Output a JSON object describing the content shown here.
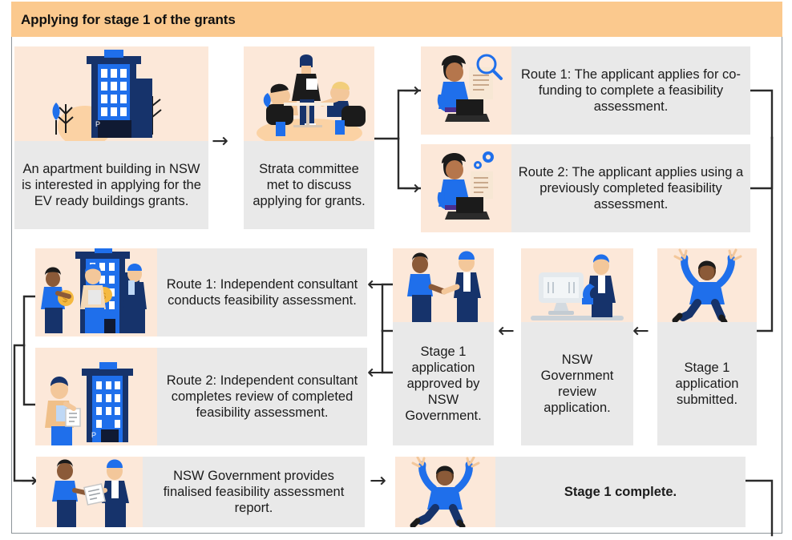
{
  "header": {
    "title": "Applying for stage 1 of the grants",
    "band_color": "#FBC98E"
  },
  "palette": {
    "art_panel": "#FCE8D9",
    "caption_panel": "#E9E9E9",
    "frame_line": "#8D9499",
    "connector": "#2B2B2B",
    "brand_blue": "#1F6FEB",
    "navy": "#16336B",
    "text": "#1B1B1B"
  },
  "flow": {
    "nodes": [
      {
        "id": "n1",
        "data_name": "node-apartment-building-interested",
        "text": "An apartment building in NSW is interested in applying for the EV ready buildings grants.",
        "icon": "apartment-building-illustration"
      },
      {
        "id": "n2",
        "data_name": "node-strata-committee-meeting",
        "text": "Strata committee met to discuss applying for grants.",
        "icon": "meeting-table-illustration"
      },
      {
        "id": "n3",
        "data_name": "node-route-1-applicant-applies",
        "text": "Route 1: The applicant applies for co-funding to complete a feasibility assessment.",
        "icon": "person-laptop-magnifier-illustration"
      },
      {
        "id": "n4",
        "data_name": "node-route-2-applicant-applies",
        "text": "Route 2: The applicant applies using a previously completed feasibility assessment.",
        "icon": "person-laptop-gears-illustration"
      },
      {
        "id": "n5",
        "data_name": "node-stage-1-application-submitted",
        "text": "Stage 1 application submitted.",
        "icon": "person-jumping-illustration"
      },
      {
        "id": "n6",
        "data_name": "node-nsw-government-review",
        "text": "NSW Government review application.",
        "icon": "person-at-computer-illustration"
      },
      {
        "id": "n7",
        "data_name": "node-stage-1-application-approved",
        "text": "Stage 1 application approved by NSW Government.",
        "icon": "handshake-illustration"
      },
      {
        "id": "n8",
        "data_name": "node-route-1-consultant-conducts",
        "text": "Route 1: Independent consultant conducts feasibility assessment.",
        "icon": "consultants-coins-building-illustration"
      },
      {
        "id": "n9",
        "data_name": "node-route-2-consultant-reviews",
        "text": "Route 2: Independent consultant completes review of completed feasibility assessment.",
        "icon": "consultant-clipboard-building-illustration"
      },
      {
        "id": "n10",
        "data_name": "node-nsw-government-provides-report",
        "text": "NSW Government provides finalised feasibility assessment report.",
        "icon": "handing-over-document-illustration"
      },
      {
        "id": "n11",
        "data_name": "node-stage-1-complete",
        "text": "Stage 1 complete.",
        "icon": "person-jumping-celebration-illustration",
        "bold": true
      }
    ],
    "arrows": [
      {
        "data_name": "arrow-n1-to-n2",
        "glyph": "→"
      },
      {
        "data_name": "arrow-branch-to-route-1",
        "glyph": "→"
      },
      {
        "data_name": "arrow-branch-to-route-2",
        "glyph": "→"
      },
      {
        "data_name": "arrow-into-stage-1-submitted",
        "glyph": "←"
      },
      {
        "data_name": "arrow-n5-to-n6",
        "glyph": "←"
      },
      {
        "data_name": "arrow-n6-to-n7",
        "glyph": "←"
      },
      {
        "data_name": "arrow-n7-to-route-1-consultant",
        "glyph": "←"
      },
      {
        "data_name": "arrow-n7-to-route-2-consultant",
        "glyph": "←"
      },
      {
        "data_name": "arrow-into-nsw-provides-report",
        "glyph": "→"
      },
      {
        "data_name": "arrow-n10-to-stage-1-complete",
        "glyph": "→"
      }
    ]
  }
}
